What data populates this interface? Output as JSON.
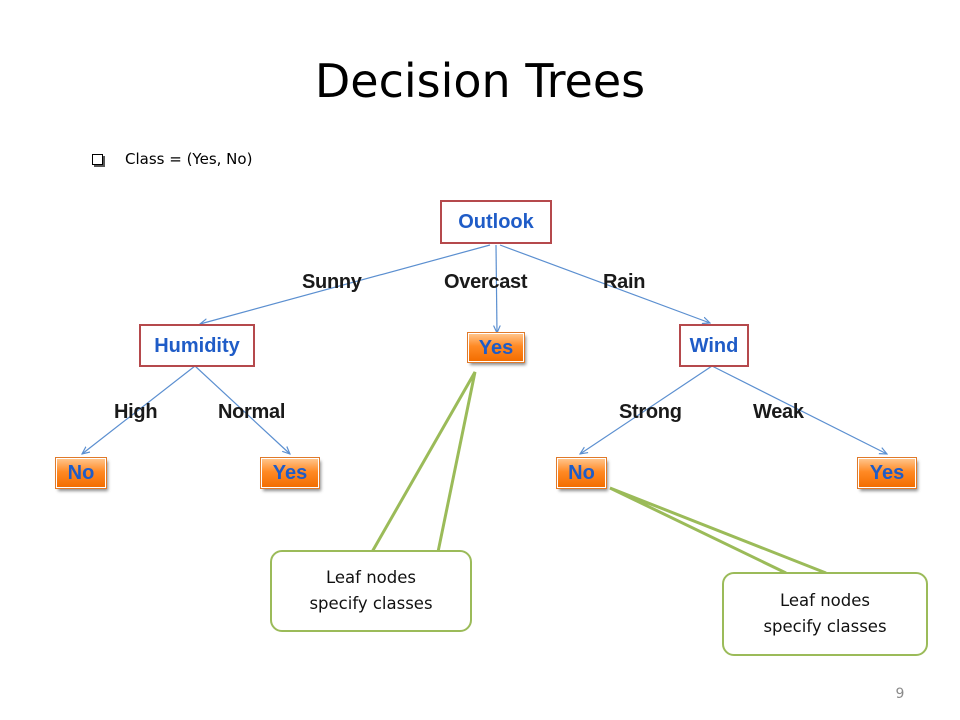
{
  "slide": {
    "title": "Decision Trees",
    "bullet_text": "Class = (Yes,  No)",
    "page_number": "9"
  },
  "tree": {
    "root": {
      "label": "Outlook"
    },
    "branches": {
      "sunny": "Sunny",
      "overcast": "Overcast",
      "rain": "Rain",
      "high": "High",
      "normal": "Normal",
      "strong": "Strong",
      "weak": "Weak"
    },
    "humidity": {
      "label": "Humidity"
    },
    "wind": {
      "label": "Wind"
    },
    "leaves": {
      "overcast_yes": "Yes",
      "high_no": "No",
      "normal_yes": "Yes",
      "strong_no": "No",
      "weak_yes": "Yes"
    }
  },
  "callouts": [
    {
      "line1": "Leaf nodes",
      "line2": "specify classes"
    },
    {
      "line1": "Leaf nodes",
      "line2": "specify classes"
    }
  ],
  "colors": {
    "attribute_border": "#b5494c",
    "node_text": "#1f5cc7",
    "leaf_fill": "#ff8a25",
    "edge": "#5b8fd0",
    "callout_border": "#9bbb59"
  }
}
